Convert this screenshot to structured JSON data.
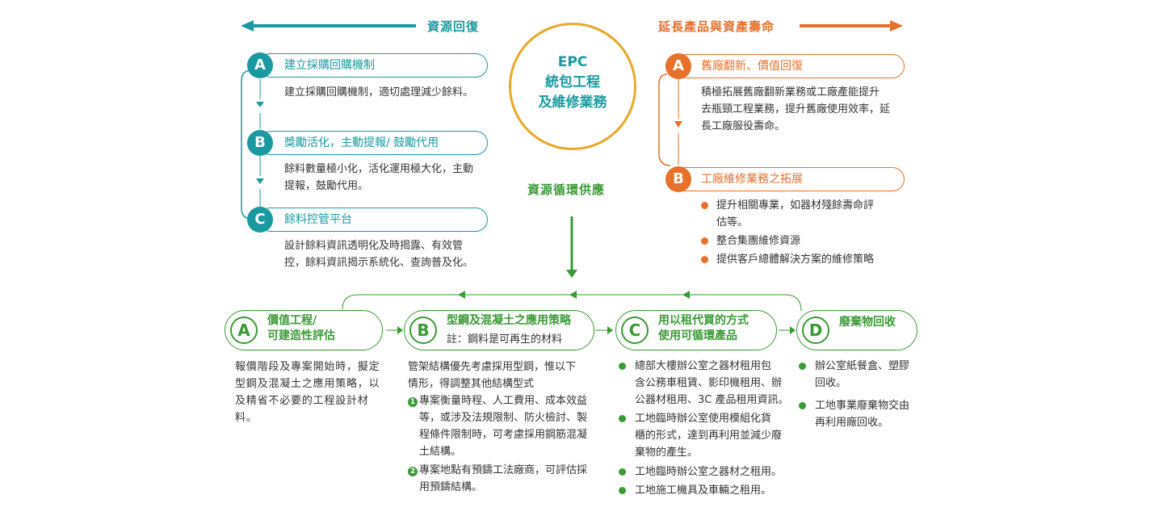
{
  "header": {
    "left_title": "資源回復",
    "right_title": "延長產品與資產壽命",
    "center_label": "資源循環供應"
  },
  "center": {
    "line1": "EPC",
    "line2": "統包工程",
    "line3": "及維修業務"
  },
  "colors": {
    "teal": "#1a9aa0",
    "orange": "#e7702b",
    "green": "#3a9a35",
    "gold": "#e9a928"
  },
  "left_items": [
    {
      "badge": "A",
      "title": "建立採購回購機制",
      "desc": [
        "建立採購回購機制，適切處理減少餘料。"
      ]
    },
    {
      "badge": "B",
      "title": "獎勵活化，主動提報/ 鼓勵代用",
      "desc": [
        "餘料數量極小化，活化運用極大化，主動",
        "提報，鼓勵代用。"
      ]
    },
    {
      "badge": "C",
      "title": "餘料控管平台",
      "desc": [
        "設計餘料資訊透明化及時揭露、有效管",
        "控，餘料資訊揭示系統化、查詢普及化。"
      ]
    }
  ],
  "right_items": [
    {
      "badge": "A",
      "title": "舊廠翻新、價值回復",
      "desc": [
        "積極拓展舊廠翻新業務或工廠產能提升",
        "去瓶頸工程業務，提升舊廠使用效率，延",
        "長工廠服役壽命。"
      ]
    },
    {
      "badge": "B",
      "title": "工廠維修業務之拓展",
      "bullets": [
        [
          "提升相關專業，如器材殘餘壽命評",
          "估等。"
        ],
        [
          "整合集團維修資源"
        ],
        [
          "提供客戶總體解決方案的維修策略"
        ]
      ]
    }
  ],
  "bottom": [
    {
      "badge": "A",
      "title": [
        "價值工程/",
        "可建造性評估"
      ],
      "text": [
        "報價階段及專案開始時，擬定",
        "型鋼及混凝土之應用策略，以",
        "及精省不必要的工程設計材",
        "料。"
      ]
    },
    {
      "badge": "B",
      "title": [
        "型鋼及混凝土之應用策略"
      ],
      "subtitle": "註：鋼料是可再生的材料",
      "intro": [
        "管架結構優先考慮採用型鋼，惟以下",
        "情形，得調整其他結構型式"
      ],
      "numbered": [
        {
          "n": "1",
          "lines": [
            "專案衡量時程、人工費用、成本效益",
            "等，或涉及法規限制、防火檢討、製",
            "程條件限制時，可考慮採用鋼筋混凝",
            "土結構。"
          ]
        },
        {
          "n": "2",
          "lines": [
            "專案地點有預鑄工法廠商，可評估採",
            "用預鑄結構。"
          ]
        }
      ]
    },
    {
      "badge": "C",
      "title": [
        "用以租代買的方式",
        "使用可循環產品"
      ],
      "bullets": [
        [
          "總部大樓辦公室之器材租用包",
          "含公務車租賃、影印機租用、辦",
          "公器材租用、3C 產品租用資訊。"
        ],
        [
          "工地臨時辦公室使用模組化貨",
          "櫃的形式，達到再利用並減少廢",
          "棄物的產生。"
        ],
        [
          "工地臨時辦公室之器材之租用。"
        ],
        [
          "工地施工機具及車輛之租用。"
        ]
      ]
    },
    {
      "badge": "D",
      "title": [
        "廢棄物回收"
      ],
      "bullets": [
        [
          "辦公室紙餐盒、塑膠",
          "回收。"
        ],
        [
          "工地事業廢棄物交由",
          "再利用廠回收。"
        ]
      ]
    }
  ]
}
